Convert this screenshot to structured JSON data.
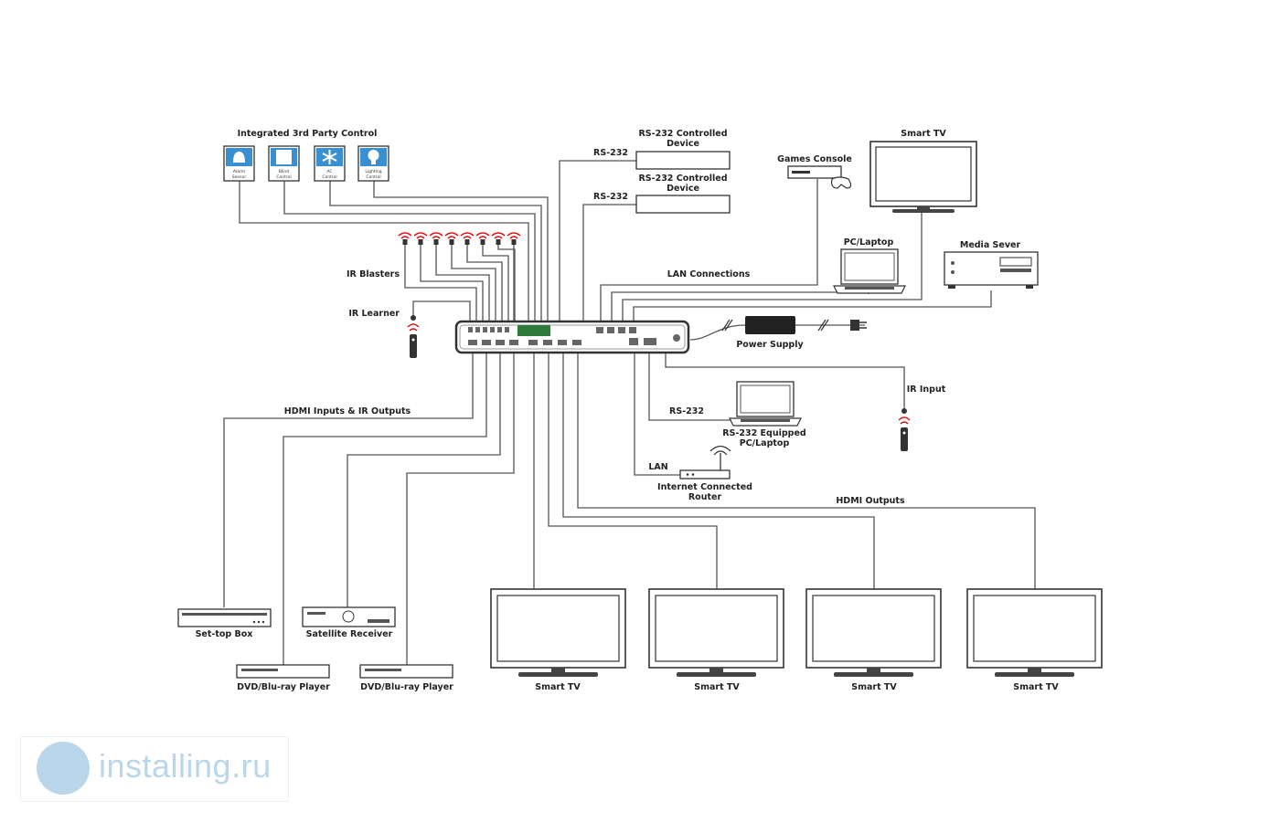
{
  "labels": {
    "integrated_control": "Integrated 3rd Party Control",
    "alarm_sensor": "Alarm Sensor",
    "blind_control": "Blind Control",
    "ac_control": "AC Control",
    "lighting_control": "Lighting Control",
    "rs232_1": "RS-232",
    "rs232_2": "RS-232",
    "rs232_device_1": "RS-232 Controlled Device",
    "rs232_device_2": "RS-232 Controlled Device",
    "games_console": "Games Console",
    "smart_tv_top": "Smart TV",
    "pc_laptop": "PC/Laptop",
    "media_server": "Media Sever",
    "lan_connections": "LAN Connections",
    "ir_blasters": "IR Blasters",
    "ir_learner": "IR Learner",
    "power_supply": "Power Supply",
    "ir_input": "IR Input",
    "rs232_3": "RS-232",
    "rs232_equipped_pc": "RS-232 Equipped PC/Laptop",
    "lan": "LAN",
    "internet_router": "Internet Connected Router",
    "hdmi_inputs": "HDMI Inputs & IR Outputs",
    "hdmi_outputs": "HDMI Outputs",
    "set_top_box": "Set-top Box",
    "satellite_receiver": "Satellite Receiver",
    "dvd_player_1": "DVD/Blu-ray Player",
    "dvd_player_2": "DVD/Blu-ray Player",
    "smart_tv_1": "Smart TV",
    "smart_tv_2": "Smart TV",
    "smart_tv_3": "Smart TV",
    "smart_tv_4": "Smart TV"
  },
  "watermark": {
    "text": "installing.ru"
  },
  "colors": {
    "accent_red": "#d11111",
    "watermark": "#b9d6ea",
    "line": "#555555"
  }
}
